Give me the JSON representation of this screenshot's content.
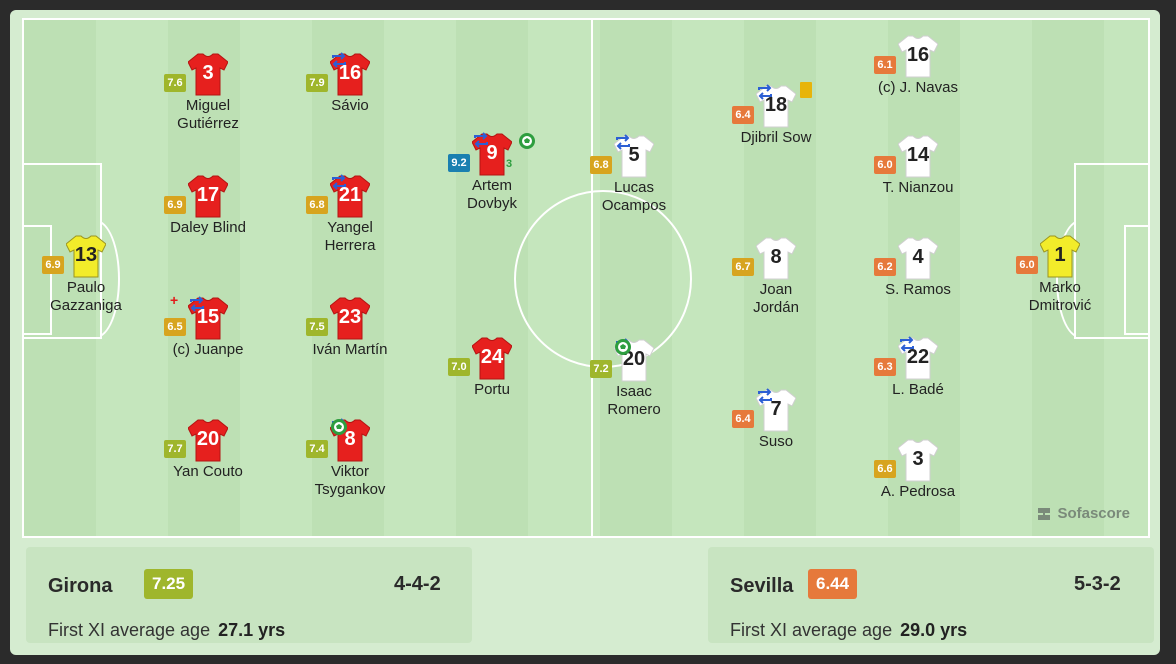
{
  "colors": {
    "home_shirt": "#e6201e",
    "away_shirt": "#ffffff",
    "home_gk": "#f2ec2a",
    "away_gk": "#f2ec2a",
    "rating_green_dark": "#9fb62c",
    "rating_yellow": "#d7a41f",
    "rating_orange": "#e6793b",
    "rating_blue": "#1a7fb0",
    "sub_icon": "#2c5fd4",
    "goal": "#2e9e3f"
  },
  "branding": {
    "logo_text": "Sofascore"
  },
  "home": {
    "name": "Girona",
    "rating": "7.25",
    "formation": "4-4-2",
    "age_label": "First XI average age",
    "age_value": "27.1 yrs",
    "players": [
      {
        "num": "13",
        "name": [
          "Paulo",
          "Gazzaniga"
        ],
        "rating": "6.9",
        "rc": "yellow",
        "gk": true
      },
      {
        "num": "3",
        "name": [
          "Miguel",
          "Gutiérrez"
        ],
        "rating": "7.6",
        "rc": "green"
      },
      {
        "num": "17",
        "name": [
          "Daley Blind"
        ],
        "rating": "6.9",
        "rc": "yellow"
      },
      {
        "num": "15",
        "name": [
          "(c) Juanpe"
        ],
        "rating": "6.5",
        "rc": "yellow",
        "sub": true,
        "injury": true
      },
      {
        "num": "20",
        "name": [
          "Yan Couto"
        ],
        "rating": "7.7",
        "rc": "green"
      },
      {
        "num": "16",
        "name": [
          "Sávio"
        ],
        "rating": "7.9",
        "rc": "green",
        "sub": true
      },
      {
        "num": "21",
        "name": [
          "Yangel",
          "Herrera"
        ],
        "rating": "6.8",
        "rc": "yellow",
        "sub": true
      },
      {
        "num": "23",
        "name": [
          "Iván Martín"
        ],
        "rating": "7.5",
        "rc": "green"
      },
      {
        "num": "8",
        "name": [
          "Viktor",
          "Tsygankov"
        ],
        "rating": "7.4",
        "rc": "green",
        "sub": true,
        "goal": true
      },
      {
        "num": "9",
        "name": [
          "Artem",
          "Dovbyk"
        ],
        "rating": "9.2",
        "rc": "blue",
        "sub": true,
        "goal": true,
        "goals": "3"
      },
      {
        "num": "24",
        "name": [
          "Portu"
        ],
        "rating": "7.0",
        "rc": "green"
      }
    ]
  },
  "away": {
    "name": "Sevilla",
    "rating": "6.44",
    "formation": "5-3-2",
    "age_label": "First XI average age",
    "age_value": "29.0 yrs",
    "players": [
      {
        "num": "5",
        "name": [
          "Lucas",
          "Ocampos"
        ],
        "rating": "6.8",
        "rc": "yellow",
        "sub": true
      },
      {
        "num": "20",
        "name": [
          "Isaac",
          "Romero"
        ],
        "rating": "7.2",
        "rc": "green",
        "sub": true,
        "goal": true
      },
      {
        "num": "18",
        "name": [
          "Djibril Sow"
        ],
        "rating": "6.4",
        "rc": "orange",
        "sub": true,
        "card": true
      },
      {
        "num": "8",
        "name": [
          "Joan",
          "Jordán"
        ],
        "rating": "6.7",
        "rc": "yellow"
      },
      {
        "num": "7",
        "name": [
          "Suso"
        ],
        "rating": "6.4",
        "rc": "orange",
        "sub": true
      },
      {
        "num": "16",
        "name": [
          "(c) J. Navas"
        ],
        "rating": "6.1",
        "rc": "orange"
      },
      {
        "num": "14",
        "name": [
          "T. Nianzou"
        ],
        "rating": "6.0",
        "rc": "orange"
      },
      {
        "num": "4",
        "name": [
          "S. Ramos"
        ],
        "rating": "6.2",
        "rc": "orange"
      },
      {
        "num": "22",
        "name": [
          "L. Badé"
        ],
        "rating": "6.3",
        "rc": "orange",
        "sub": true
      },
      {
        "num": "3",
        "name": [
          "A. Pedrosa"
        ],
        "rating": "6.6",
        "rc": "yellow"
      },
      {
        "num": "1",
        "name": [
          "Marko",
          "Dmitrović"
        ],
        "rating": "6.0",
        "rc": "orange",
        "gk": true
      }
    ]
  }
}
